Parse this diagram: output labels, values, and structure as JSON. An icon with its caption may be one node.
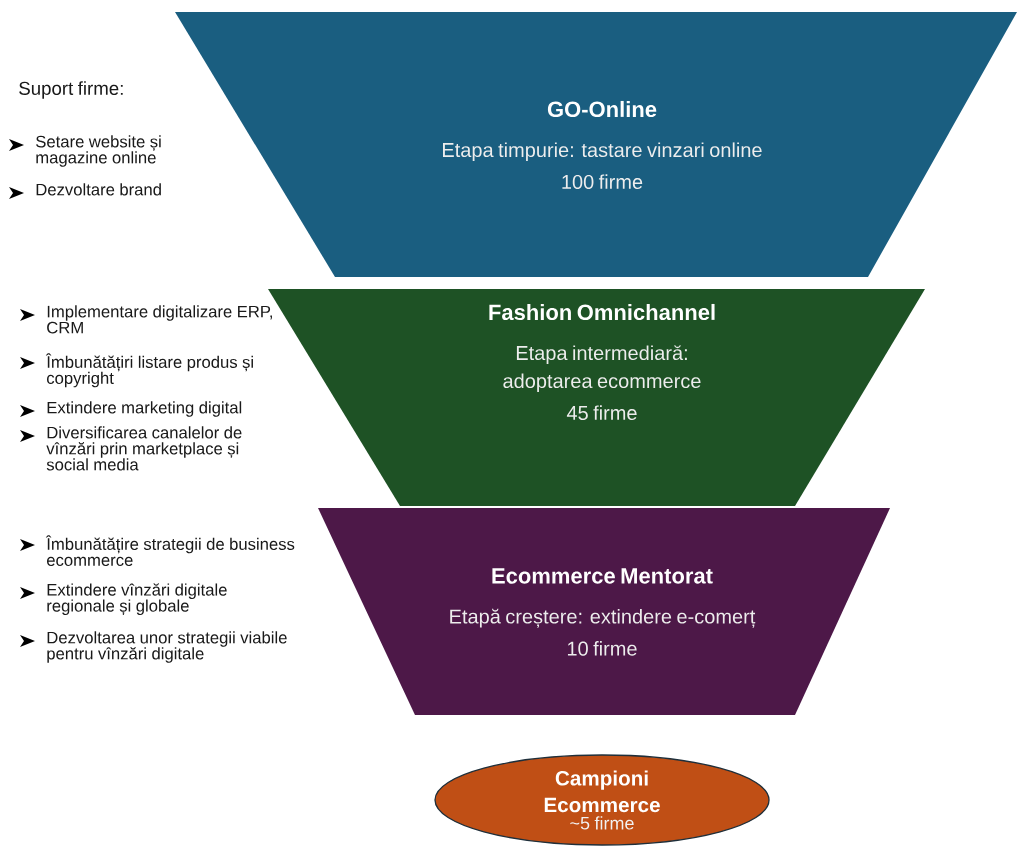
{
  "diagram": {
    "nodes": [
      {
        "text": [
          "GO-Online",
          "Etapa timpurie: tastare vinzari online",
          "100 firme"
        ]
      },
      {
        "text": [
          "Fashion Omnichannel",
          "Etapa intermediară: adoptarea ecommerce",
          "45 firme"
        ]
      },
      {
        "text": [
          "Ecommerce Mentorat",
          "Etapă creștere: extindere e-comerț",
          "10 firme"
        ]
      },
      {
        "text": [
          "Campioni Ecommerce",
          "~5 firme"
        ]
      }
    ],
    "labels": [
      "Suport firme:",
      "Setare website și magazine online",
      "Dezvoltare brand",
      "Implementare digitalizare ERP, CRM",
      "Îmbunătățiri listare produs și copyright",
      "Extindere marketing digital",
      "Diversificarea canalelor de vînzări prin marketplace și social media",
      "Îmbunătățire strategii de business ecommerce",
      "Extindere vînzări digitale regionale și globale",
      "Dezvoltarea unor strategii viabile pentru vînzări digitale"
    ]
  }
}
